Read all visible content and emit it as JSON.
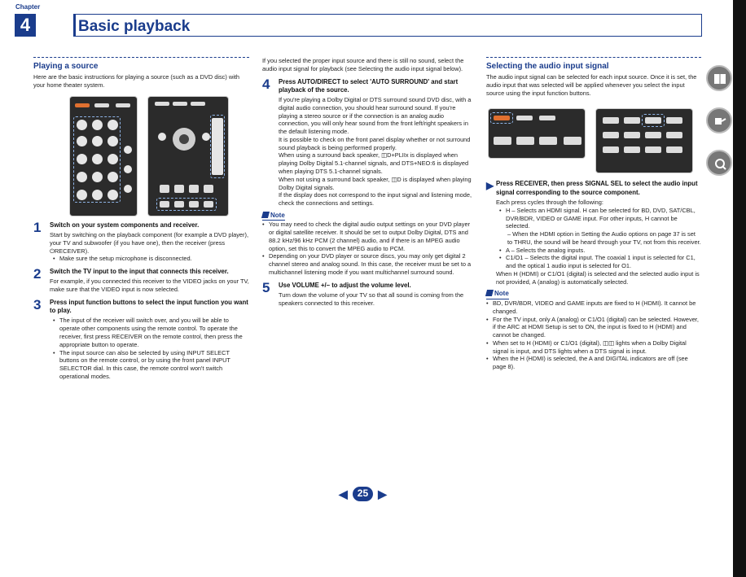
{
  "header": {
    "chapter_label": "Chapter",
    "chapter_number": "4",
    "title": "Basic playback"
  },
  "col1": {
    "section_title": "Playing a source",
    "intro": "Here are the basic instructions for playing a source (such as a DVD disc) with your home theater system.",
    "step1_title": "Switch on your system components and receiver.",
    "step1_body": "Start by switching on the playback component (for example a DVD player), your TV and subwoofer (if you have one), then the receiver (press ⏻RECEIVER).",
    "step1_bullet": "Make sure the setup microphone is disconnected.",
    "step2_title": "Switch the TV input to the input that connects this receiver.",
    "step2_body": "For example, if you connected this receiver to the VIDEO jacks on your TV, make sure that the VIDEO input is now selected.",
    "step3_title": "Press input function buttons to select the input function you want to play.",
    "step3_b1": "The input of the receiver will switch over, and you will be able to operate other components using the remote control. To operate the receiver, first press RECEIVER on the remote control, then press the appropriate button to operate.",
    "step3_b2": "The input source can also be selected by using INPUT SELECT buttons on the remote control, or by using the front panel INPUT SELECTOR dial. In this case, the remote control won't switch operational modes."
  },
  "col2": {
    "top": "If you selected the proper input source and there is still no sound, select the audio input signal for playback (see Selecting the audio input signal below).",
    "step4_title": "Press AUTO/DIRECT to select 'AUTO SURROUND' and start playback of the source.",
    "p1": "If you're playing a Dolby Digital or DTS surround sound DVD disc, with a digital audio connection, you should hear surround sound. If you're playing a stereo source or if the connection is an analog audio connection, you will only hear sound from the front left/right speakers in the default listening mode.",
    "p2": "It is possible to check on the front panel display whether or not surround sound playback is being performed properly.",
    "p3": "When using a surround back speaker, ◫D+PLIIx is displayed when playing Dolby Digital 5.1-channel signals, and DTS+NEO:6 is displayed when playing DTS 5.1-channel signals.",
    "p4": "When not using a surround back speaker, ◫D is displayed when playing Dolby Digital signals.",
    "p5": "If the display does not correspond to the input signal and listening mode, check the connections and settings.",
    "note_title": "Note",
    "n1": "You may need to check the digital audio output settings on your DVD player or digital satellite receiver. It should be set to output Dolby Digital, DTS and 88.2 kHz/96 kHz PCM (2 channel) audio, and if there is an MPEG audio option, set this to convert the MPEG audio to PCM.",
    "n2": "Depending on your DVD player or source discs, you may only get digital 2 channel stereo and analog sound. In this case, the receiver must be set to a multichannel listening mode if you want multichannel surround sound.",
    "step5_title": "Use VOLUME +/– to adjust the volume level.",
    "step5_body": "Turn down the volume of your TV so that all sound is coming from the speakers connected to this receiver."
  },
  "col3": {
    "section_title": "Selecting the audio input signal",
    "intro": "The audio input signal can be selected for each input source. Once it is set, the audio input that was selected will be applied whenever you select the input source using the input function buttons.",
    "step_title": "Press RECEIVER, then press SIGNAL SEL to select the audio input signal corresponding to the source component.",
    "cycle": "Each press cycles through the following:",
    "b1": "H – Selects an HDMI signal. H can be selected for BD, DVD, SAT/CBL, DVR/BDR, VIDEO or GAME input. For other inputs, H cannot be selected.",
    "b1_sub": "– When the HDMI option in Setting the Audio options on page 37 is set to THRU, the sound will be heard through your TV, not from this receiver.",
    "b2": "A – Selects the analog inputs.",
    "b3": "C1/O1 – Selects the digital input. The coaxial 1 input is selected for C1, and the optical 1 audio input is selected for O1.",
    "after": "When H (HDMI) or C1/O1 (digital) is selected and the selected audio input is not provided, A (analog) is automatically selected.",
    "note_title": "Note",
    "n1": "BD, DVR/BDR, VIDEO and GAME inputs are fixed to H (HDMI). It cannot be changed.",
    "n2": "For the TV input, only A (analog) or C1/O1 (digital) can be selected. However, if the ARC at HDMI Setup is set to ON, the input is fixed to H (HDMI) and cannot be changed.",
    "n3": "When set to H (HDMI) or C1/O1 (digital), ◫◫ lights when a Dolby Digital signal is input, and DTS lights when a DTS signal is input.",
    "n4": "When the H (HDMI) is selected, the A and DIGITAL indicators are off (see page 8)."
  },
  "page_number": "25",
  "colors": {
    "accent": "#1a3c8c",
    "link": "#3a7bd5"
  },
  "icons": [
    "book-icon",
    "connector-icon",
    "tools-icon"
  ]
}
